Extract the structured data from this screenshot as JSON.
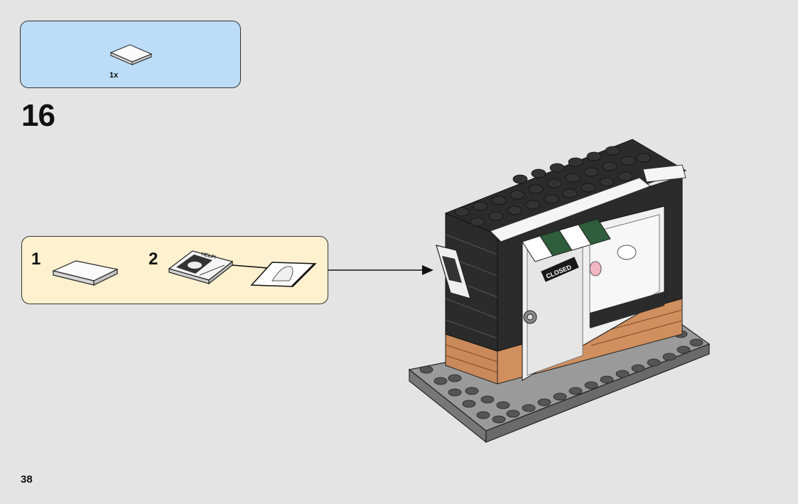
{
  "parts_callout": {
    "items": [
      {
        "icon": "white-tile-2x2",
        "quantity": "1x"
      }
    ]
  },
  "step": {
    "number": "16"
  },
  "sub_steps": [
    {
      "number": "1",
      "icon": "white-tile-2x2"
    },
    {
      "number": "2",
      "icon": "printed-tile-sticker",
      "sticker_text": "HELP!"
    }
  ],
  "model": {
    "sign_text": "CLOSED",
    "colors": {
      "wall": "#2b2b2b",
      "baseplate": "#8c8c8c",
      "brick": "#c9895a",
      "awning_green": "#2e5e3c"
    }
  },
  "page": {
    "number": "38"
  }
}
